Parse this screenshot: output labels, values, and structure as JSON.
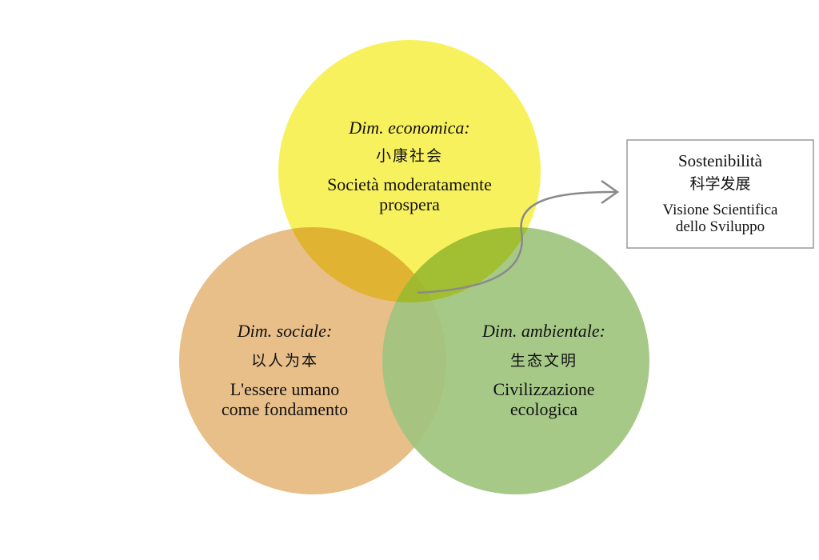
{
  "circles": {
    "economic": {
      "heading": "Dim. economica:",
      "chinese": "小康社会",
      "description_line1": "Società moderatamente",
      "description_line2": "prospera",
      "color": "#f7ee3a"
    },
    "social": {
      "heading": "Dim. sociale:",
      "chinese": "以人为本",
      "description_line1": "L'essere umano",
      "description_line2": "come fondamento",
      "color": "#e6b87f"
    },
    "environmental": {
      "heading": "Dim. ambientale:",
      "chinese": "生态文明",
      "description_line1": "Civilizzazione",
      "description_line2": "ecologica",
      "color": "#9fc47e"
    }
  },
  "sustainability_box": {
    "title": "Sostenibilità",
    "chinese": "科学发展",
    "description_line1": "Visione Scientifica",
    "description_line2": "dello Sviluppo"
  },
  "colors": {
    "arrow": "#8a8a8a",
    "box_border": "#9a9a9a"
  }
}
